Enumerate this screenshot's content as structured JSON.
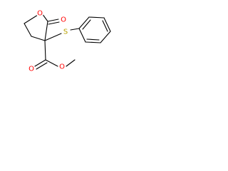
{
  "molecule": {
    "atoms": {
      "ring_oxygen": "O",
      "carbonyl_oxygen": "O",
      "sulfur": "S",
      "ester_carbonyl_oxygen": "O",
      "ester_oxygen": "O"
    }
  },
  "colors": {
    "bond": "#000000",
    "oxygen": "#ff0000",
    "sulfur": "#b8a100",
    "background": "#ffffff"
  }
}
